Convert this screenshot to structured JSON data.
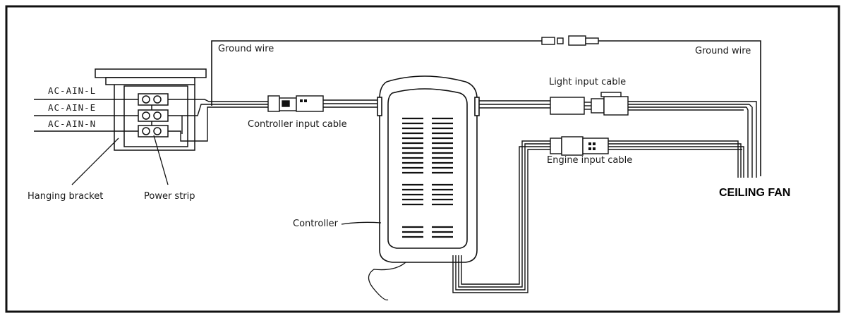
{
  "labels": {
    "ground_wire_left": "Ground wire",
    "ground_wire_right": "Ground wire",
    "ac_l": "AC-AIN-L",
    "ac_e": "AC-AIN-E",
    "ac_n": "AC-AIN-N",
    "controller_input_cable": "Controller input cable",
    "light_input_cable": "Light input cable",
    "engine_input_cable": "Engine input cable",
    "ceiling_fan": "CEILING FAN",
    "hanging_bracket": "Hanging bracket",
    "power_strip": "Power strip",
    "controller": "Controller"
  },
  "colors": {
    "line": "#111111",
    "background": "#ffffff"
  }
}
